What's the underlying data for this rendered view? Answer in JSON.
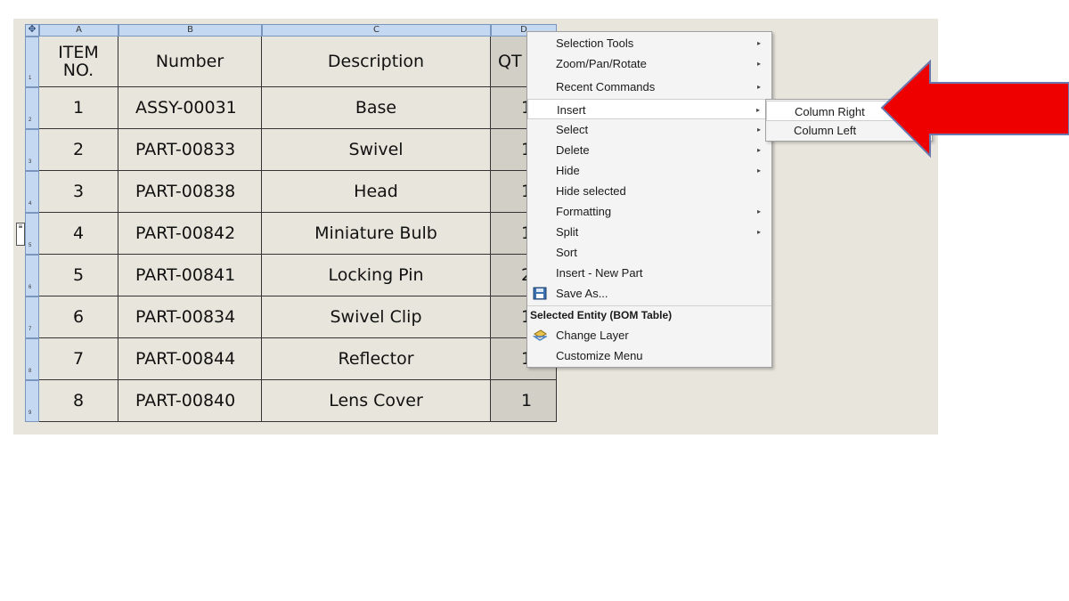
{
  "table": {
    "column_headers": [
      "A",
      "B",
      "C",
      "D"
    ],
    "corner_icon": "move-handle-icon",
    "header_row": {
      "item": "ITEM\nNO.",
      "number": "Number",
      "description": "Description",
      "qty": "QT"
    },
    "rows": [
      {
        "row_no": "2",
        "item": "1",
        "number": "ASSY-00031",
        "description": "Base",
        "qty": "1"
      },
      {
        "row_no": "3",
        "item": "2",
        "number": "PART-00833",
        "description": "Swivel",
        "qty": "1"
      },
      {
        "row_no": "4",
        "item": "3",
        "number": "PART-00838",
        "description": "Head",
        "qty": "1"
      },
      {
        "row_no": "5",
        "item": "4",
        "number": "PART-00842",
        "description": "Miniature Bulb",
        "qty": "1"
      },
      {
        "row_no": "6",
        "item": "5",
        "number": "PART-00841",
        "description": "Locking Pin",
        "qty": "2"
      },
      {
        "row_no": "7",
        "item": "6",
        "number": "PART-00834",
        "description": "Swivel Clip",
        "qty": "1"
      },
      {
        "row_no": "8",
        "item": "7",
        "number": "PART-00844",
        "description": "Reflector",
        "qty": "1"
      },
      {
        "row_no": "9",
        "item": "8",
        "number": "PART-00840",
        "description": "Lens Cover",
        "qty": "1"
      }
    ],
    "header_row_no": "1"
  },
  "context_menu": {
    "items": [
      {
        "label": "Selection Tools",
        "submenu": true
      },
      {
        "label": "Zoom/Pan/Rotate",
        "submenu": true
      },
      {
        "label": "Recent Commands",
        "submenu": true
      },
      {
        "label": "Insert",
        "submenu": true,
        "highlighted": true
      },
      {
        "label": "Select",
        "submenu": true
      },
      {
        "label": "Delete",
        "submenu": true
      },
      {
        "label": "Hide",
        "submenu": true
      },
      {
        "label": "Hide selected",
        "submenu": false
      },
      {
        "label": "Formatting",
        "submenu": true
      },
      {
        "label": "Split",
        "submenu": true
      },
      {
        "label": "Sort",
        "submenu": false
      },
      {
        "label": "Insert - New Part",
        "submenu": false
      },
      {
        "label": "Save As...",
        "submenu": false,
        "icon": "save-as-icon"
      }
    ],
    "section_title": "Selected Entity (BOM Table)",
    "section_items": [
      {
        "label": "Change Layer",
        "icon": "change-layer-icon"
      },
      {
        "label": "Customize Menu"
      }
    ],
    "submenu_arrow": "▸"
  },
  "insert_submenu": {
    "items": [
      {
        "label": "Column Right",
        "highlighted": true
      },
      {
        "label": "Column Left"
      }
    ]
  },
  "colors": {
    "canvas": "#e8e6dc",
    "header_blue": "#c5d8f1",
    "callout_arrow": "#ee0000"
  }
}
